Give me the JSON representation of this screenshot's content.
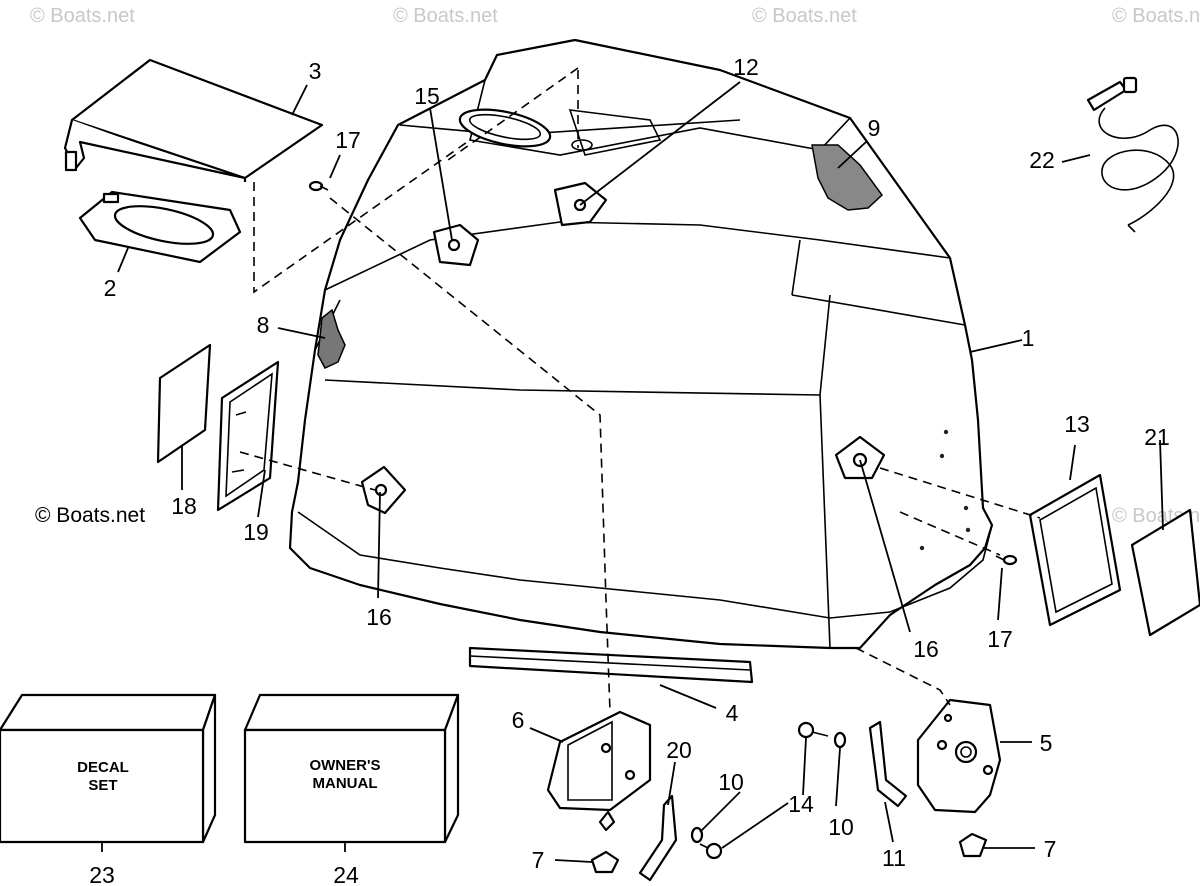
{
  "watermark": "© Boats.net",
  "callouts": {
    "c1": "1",
    "c2": "2",
    "c3": "3",
    "c4": "4",
    "c5": "5",
    "c6": "6",
    "c7a": "7",
    "c7b": "7",
    "c8": "8",
    "c9": "9",
    "c10a": "10",
    "c10b": "10",
    "c11": "11",
    "c12": "12",
    "c13": "13",
    "c14": "14",
    "c15": "15",
    "c16a": "16",
    "c16b": "16",
    "c17a": "17",
    "c17b": "17",
    "c18": "18",
    "c19": "19",
    "c20": "20",
    "c21": "21",
    "c22": "22",
    "c23": "23",
    "c24": "24"
  },
  "boxes": {
    "decal_line1": "DECAL",
    "decal_line2": "SET",
    "manual_line1": "OWNER'S",
    "manual_line2": "MANUAL"
  }
}
